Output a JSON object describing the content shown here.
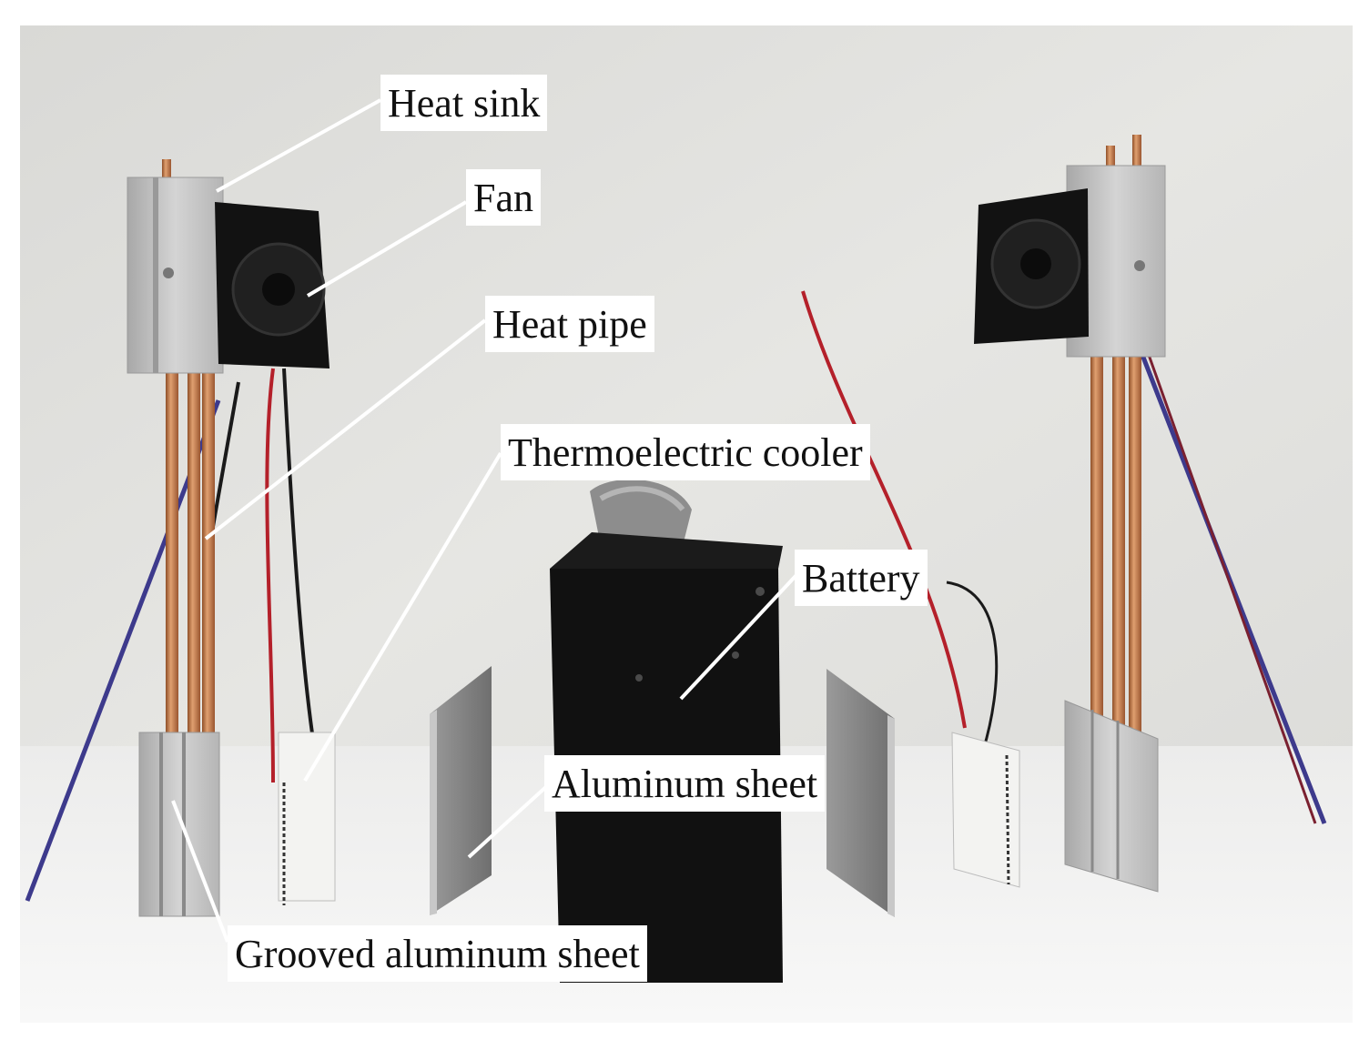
{
  "figure": {
    "description_colors": {
      "background": "#e4e4e1",
      "table": "#f2f2f2",
      "battery": "#111111",
      "copper": "#c47a48",
      "aluminum": "#c8c8c8",
      "fan": "#121212",
      "wire_red": "#b4202a",
      "wire_blue": "#3d3a8c"
    },
    "labels": {
      "heat_sink": "Heat sink",
      "fan": "Fan",
      "heat_pipe": "Heat pipe",
      "thermoelectric_cooler": "Thermoelectric cooler",
      "battery": "Battery",
      "aluminum_sheet": "Aluminum sheet",
      "grooved_aluminum_sheet": "Grooved aluminum sheet"
    }
  }
}
